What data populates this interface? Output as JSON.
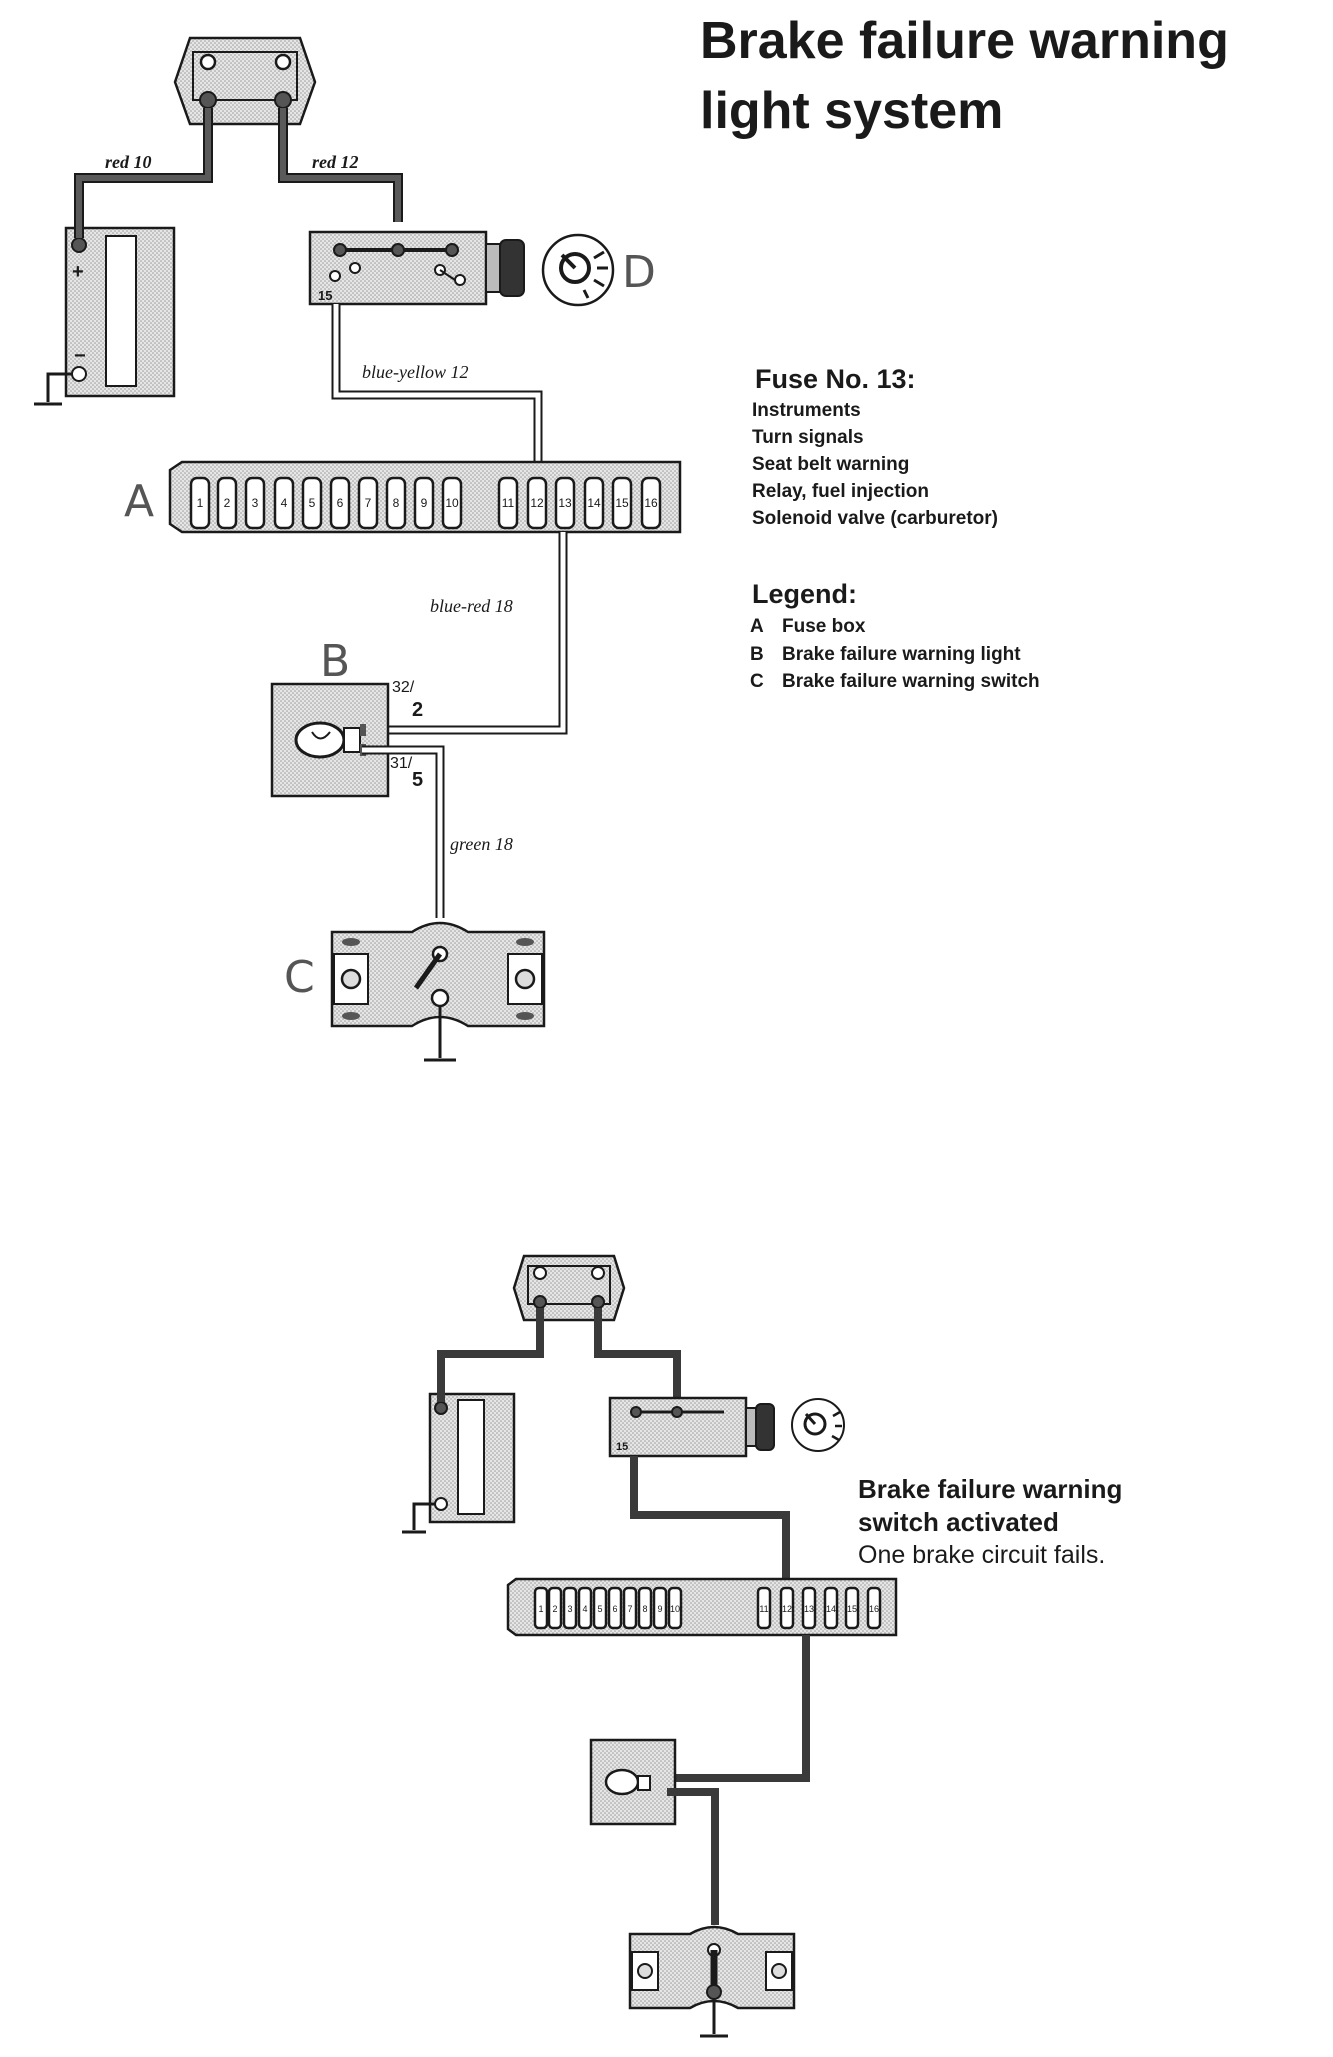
{
  "title": {
    "line1": "Brake failure warning",
    "line2": "light system"
  },
  "fuse_info": {
    "heading": "Fuse No. 13:",
    "items": [
      "Instruments",
      "Turn signals",
      "Seat belt warning",
      "Relay, fuel injection",
      "Solenoid valve (carburetor)"
    ]
  },
  "legend": {
    "heading": "Legend:",
    "items": [
      {
        "key": "A",
        "text": "Fuse box"
      },
      {
        "key": "B",
        "text": "Brake failure warning light"
      },
      {
        "key": "C",
        "text": "Brake failure warning switch"
      }
    ]
  },
  "component_letters": {
    "a": "A",
    "b": "B",
    "c": "C",
    "d": "D"
  },
  "wire_labels": {
    "red10": "red 10",
    "red12": "red 12",
    "blue_yellow": "blue-yellow 12",
    "blue_red": "blue-red 18",
    "green": "green 18"
  },
  "terminals": {
    "t15": "15",
    "t32": "32/",
    "t2": "2",
    "t31": "31/",
    "t5": "5"
  },
  "fuse_numbers": [
    "1",
    "2",
    "3",
    "4",
    "5",
    "6",
    "7",
    "8",
    "9",
    "10",
    "11",
    "12",
    "13",
    "14",
    "15",
    "16"
  ],
  "activated_caption": {
    "line1": "Brake failure warning",
    "line2": "switch activated",
    "line3": "One brake circuit fails."
  },
  "colors": {
    "wire_dark": "#3a3a3a",
    "shade": "#d8d8d8",
    "ink": "#1a1a1a"
  }
}
